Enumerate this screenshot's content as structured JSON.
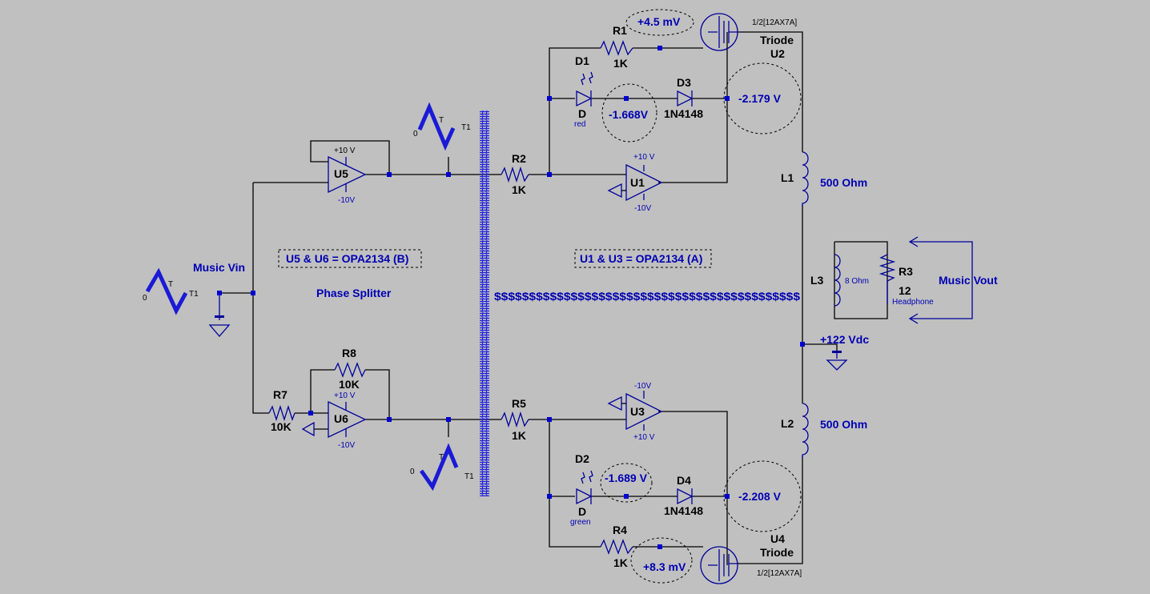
{
  "labels": {
    "music_vin": "Music Vin",
    "music_vout": "Music Vout",
    "phase_splitter": "Phase Splitter",
    "u5_u6": "U5 & U6 = OPA2134 (B)",
    "u1_u3": "U1 & U3 = OPA2134 (A)",
    "dollar_row": "$$$$$$$$$$$$$$$$$$$$$$$$$$$$$$$$$$$$$$$$$$$$",
    "supply": "+122 Vdc"
  },
  "sources": {
    "vin": {
      "zero": "0",
      "t": "T",
      "t1": "T1"
    },
    "top": {
      "zero": "0",
      "t": "T",
      "t1": "T1"
    },
    "bottom": {
      "zero": "0",
      "t": "T",
      "t1": "T1"
    }
  },
  "opamps": {
    "u5": {
      "name": "U5",
      "vpos": "+10 V",
      "vneg": "-10V"
    },
    "u6": {
      "name": "U6",
      "vpos": "+10 V",
      "vneg": "-10V"
    },
    "u1": {
      "name": "U1",
      "vpos": "+10 V",
      "vneg": "-10V"
    },
    "u3": {
      "name": "U3",
      "vpos": "+10 V",
      "vneg": "-10V"
    }
  },
  "resistors": {
    "r1": {
      "name": "R1",
      "value": "1K"
    },
    "r2": {
      "name": "R2",
      "value": "1K"
    },
    "r4": {
      "name": "R4",
      "value": "1K"
    },
    "r5": {
      "name": "R5",
      "value": "1K"
    },
    "r7": {
      "name": "R7",
      "value": "10K"
    },
    "r8": {
      "name": "R8",
      "value": "10K"
    },
    "r3": {
      "name": "R3",
      "value": "12",
      "note": "Headphone"
    }
  },
  "diodes": {
    "d1": {
      "name": "D1",
      "type": "D",
      "color": "red"
    },
    "d2": {
      "name": "D2",
      "type": "D",
      "color": "green"
    },
    "d3": {
      "name": "D3",
      "type": "1N4148"
    },
    "d4": {
      "name": "D4",
      "type": "1N4148"
    }
  },
  "inductors": {
    "l1": {
      "name": "L1",
      "value": "500 Ohm"
    },
    "l2": {
      "name": "L2",
      "value": "500 Ohm"
    },
    "l3": {
      "name": "L3",
      "value": "8 Ohm"
    }
  },
  "triodes": {
    "u2": {
      "name": "U2",
      "type": "Triode",
      "model": "1/2[12AX7A]"
    },
    "u4": {
      "name": "U4",
      "type": "Triode",
      "model": "1/2[12AX7A]"
    }
  },
  "readings": {
    "r1_node": "+4.5 mV",
    "d1_node": "-1.668V",
    "u2_grid": "-2.179 V",
    "d2_node": "-1.689 V",
    "u4_grid": "-2.208 V",
    "r4_node": "+8.3 mV"
  },
  "colors": {
    "background": "#c0c0c0",
    "wire": "#000000",
    "component": "#00009b",
    "text": "#0000b4"
  }
}
